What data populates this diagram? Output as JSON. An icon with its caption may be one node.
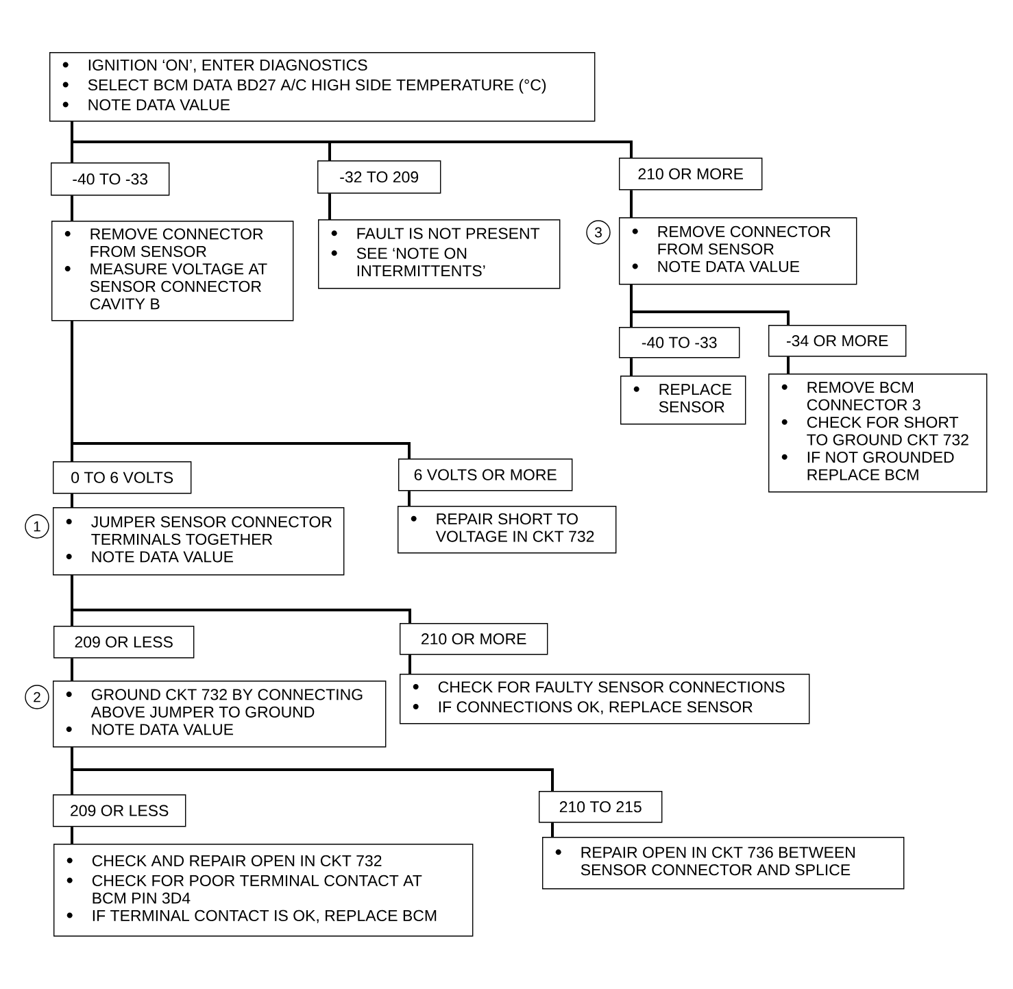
{
  "diagram": {
    "nodes": [
      {
        "text": [
          "IGNITION ‘ON’, ENTER DIAGNOSTICS",
          "SELECT BCM DATA BD27 A/C HIGH SIDE TEMPERATURE (°C)",
          "NOTE DATA VALUE"
        ]
      },
      {
        "text": [
          "-40 TO -33"
        ]
      },
      {
        "text": [
          "-32 TO 209"
        ]
      },
      {
        "text": [
          "210 OR MORE"
        ]
      },
      {
        "text": [
          "REMOVE CONNECTOR FROM SENSOR",
          "MEASURE VOLTAGE AT SENSOR CONNECTOR CAVITY B"
        ]
      },
      {
        "text": [
          "FAULT IS NOT PRESENT",
          "SEE ‘NOTE ON INTERMITTENTS’"
        ]
      },
      {
        "text": [
          "REMOVE CONNECTOR FROM SENSOR",
          "NOTE DATA VALUE"
        ],
        "beside": [
          "3"
        ]
      },
      {
        "text": [
          "-40 TO -33"
        ]
      },
      {
        "text": [
          "-34 OR MORE"
        ]
      },
      {
        "text": [
          "REPLACE SENSOR"
        ]
      },
      {
        "text": [
          "REMOVE BCM CONNECTOR 3",
          "CHECK FOR SHORT TO GROUND CKT 732",
          "IF NOT GROUNDED REPLACE BCM"
        ]
      },
      {
        "text": [
          "0 TO 6 VOLTS"
        ]
      },
      {
        "text": [
          "6 VOLTS OR MORE"
        ]
      },
      {
        "text": [
          "JUMPER SENSOR CONNECTOR TERMINALS TOGETHER",
          "NOTE DATA VALUE"
        ],
        "beside": [
          "1"
        ]
      },
      {
        "text": [
          "REPAIR SHORT TO VOLTAGE IN CKT 732"
        ]
      },
      {
        "text": [
          "209 OR LESS"
        ]
      },
      {
        "text": [
          "210 OR MORE"
        ]
      },
      {
        "text": [
          "GROUND CKT 732 BY CONNECTING ABOVE JUMPER TO GROUND",
          "NOTE DATA VALUE"
        ],
        "beside": [
          "2"
        ]
      },
      {
        "text": [
          "CHECK FOR FAULTY SENSOR CONNECTIONS",
          "IF CONNECTIONS OK, REPLACE SENSOR"
        ]
      },
      {
        "text": [
          "209 OR LESS"
        ]
      },
      {
        "text": [
          "210 TO 215"
        ]
      },
      {
        "text": [
          "CHECK AND REPAIR OPEN IN CKT 732",
          "CHECK FOR POOR TERMINAL CONTACT AT BCM PIN 3D4",
          "IF TERMINAL CONTACT IS OK, REPLACE BCM"
        ]
      },
      {
        "text": [
          "REPAIR OPEN IN CKT 736 BETWEEN SENSOR CONNECTOR AND SPLICE"
        ]
      }
    ],
    "edges": [
      {
        "from": 0,
        "to": 1,
        "arrow": "none"
      },
      {
        "from": 0,
        "to": 2,
        "arrow": "none"
      },
      {
        "from": 0,
        "to": 3,
        "arrow": "none"
      },
      {
        "from": 1,
        "to": 4,
        "arrow": "none"
      },
      {
        "from": 2,
        "to": 5,
        "arrow": "none"
      },
      {
        "from": 3,
        "to": 6,
        "arrow": "none"
      },
      {
        "from": 6,
        "to": 7,
        "arrow": "none"
      },
      {
        "from": 6,
        "to": 8,
        "arrow": "none"
      },
      {
        "from": 7,
        "to": 9,
        "arrow": "none"
      },
      {
        "from": 8,
        "to": 10,
        "arrow": "none"
      },
      {
        "from": 4,
        "to": 11,
        "arrow": "none"
      },
      {
        "from": 4,
        "to": 12,
        "arrow": "none"
      },
      {
        "from": 11,
        "to": 13,
        "arrow": "none"
      },
      {
        "from": 12,
        "to": 14,
        "arrow": "none"
      },
      {
        "from": 13,
        "to": 15,
        "arrow": "none"
      },
      {
        "from": 13,
        "to": 16,
        "arrow": "none"
      },
      {
        "from": 15,
        "to": 17,
        "arrow": "none"
      },
      {
        "from": 16,
        "to": 18,
        "arrow": "none"
      },
      {
        "from": 17,
        "to": 19,
        "arrow": "none"
      },
      {
        "from": 17,
        "to": 20,
        "arrow": "none"
      },
      {
        "from": 19,
        "to": 21,
        "arrow": "none"
      },
      {
        "from": 20,
        "to": 22,
        "arrow": "none"
      }
    ]
  }
}
